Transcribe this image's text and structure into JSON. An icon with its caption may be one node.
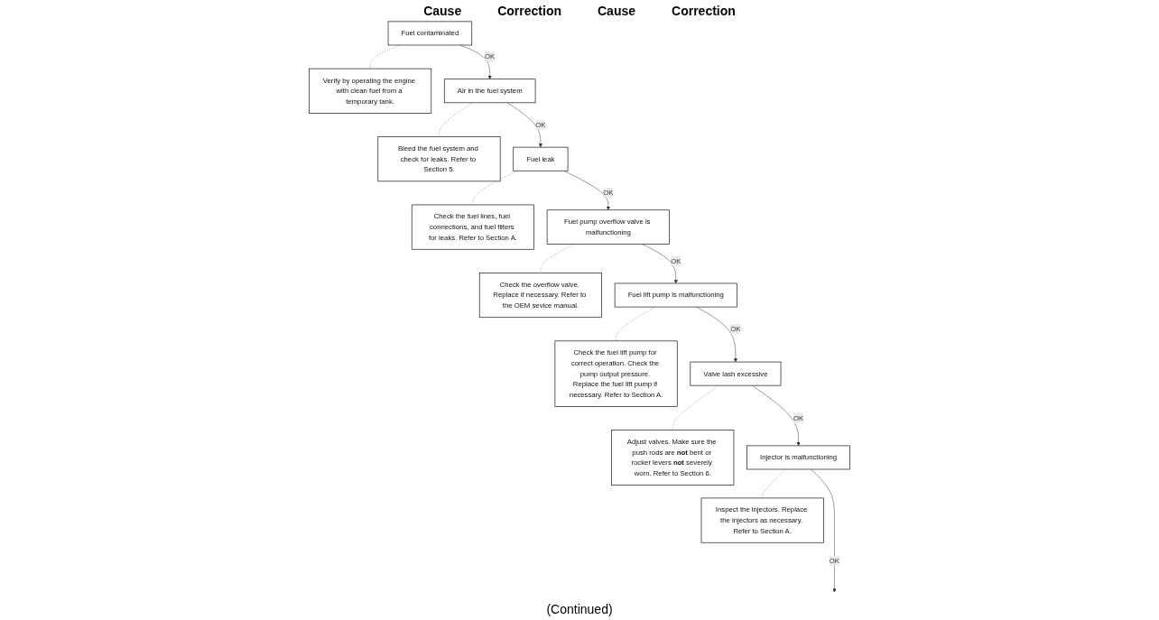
{
  "diagram": {
    "nodes": [
      {
        "text": [
          "Fuel contaminated"
        ]
      },
      {
        "text": [
          "Verify by operating the engine with clean fuel from a temporary tank."
        ]
      },
      {
        "text": [
          "Air in the fuel system"
        ]
      },
      {
        "text": [
          "Bleed the fuel system and check for leaks. Refer to Section 5."
        ]
      },
      {
        "text": [
          "Fuel leak"
        ]
      },
      {
        "text": [
          "Check the fuel lines, fuel connections, and fuel filters for leaks. Refer to Section A."
        ]
      },
      {
        "text": [
          "Fuel pump overflow valve is malfunctioning"
        ]
      },
      {
        "text": [
          "Check the overflow valve. Replace if necessary. Refer to the OEM sevice manual."
        ]
      },
      {
        "text": [
          "Fuel lift pump is malfunctioning"
        ]
      },
      {
        "text": [
          "Check the fuel lift pump for correct operation. Check the pump output pressure. Replace the fuel lift pump if necessary. Refer to Section A."
        ]
      },
      {
        "text": [
          "Valve lash excessive"
        ]
      },
      {
        "text": [
          "Adjust valves. Make sure the push rods are **not** bent or rocker levers **not** severely worn. Refer to Section 6."
        ]
      },
      {
        "text": [
          "Injector is malfunctioning"
        ]
      },
      {
        "text": [
          "Inspect the injectors. Replace the injectors as necessary. Refer to Section A."
        ]
      }
    ],
    "edges": [
      {
        "from": 0,
        "to": 1,
        "arrow": "none",
        "style": "dashed"
      },
      {
        "from": 0,
        "to": 2,
        "arrow": "to",
        "label": "OK"
      },
      {
        "from": 2,
        "to": 3,
        "arrow": "none",
        "style": "dashed"
      },
      {
        "from": 2,
        "to": 4,
        "arrow": "to",
        "label": "OK"
      },
      {
        "from": 4,
        "to": 5,
        "arrow": "none",
        "style": "dashed"
      },
      {
        "from": 4,
        "to": 6,
        "arrow": "to",
        "label": "OK"
      },
      {
        "from": 6,
        "to": 7,
        "arrow": "none",
        "style": "dashed"
      },
      {
        "from": 6,
        "to": 8,
        "arrow": "to",
        "label": "OK"
      },
      {
        "from": 8,
        "to": 9,
        "arrow": "none",
        "style": "dashed"
      },
      {
        "from": 8,
        "to": 10,
        "arrow": "to",
        "label": "OK"
      },
      {
        "from": 10,
        "to": 11,
        "arrow": "none",
        "style": "dashed"
      },
      {
        "from": 10,
        "to": 12,
        "arrow": "to",
        "label": "OK"
      },
      {
        "from": 12,
        "to": 13,
        "arrow": "none",
        "style": "dashed"
      },
      {
        "from": 12,
        "to": null,
        "arrow": "to",
        "label": "OK"
      }
    ],
    "labels": [
      "Cause",
      "Correction",
      "Cause",
      "Correction",
      "(Continued)"
    ]
  }
}
